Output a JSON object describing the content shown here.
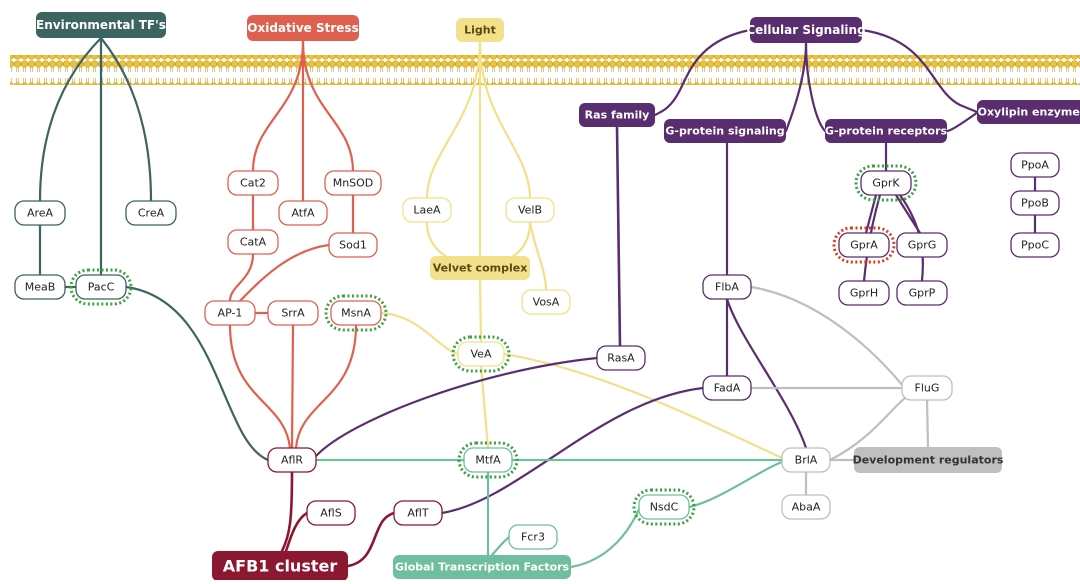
{
  "colors": {
    "environmental": "#3c6461",
    "oxidative": "#e06050",
    "light": "#f3e08a",
    "signaling": "#5a2d6e",
    "development": "#bfbfbf",
    "afb1": "#8b1830",
    "global": "#6fbf9e",
    "membrane": "#e8bd30",
    "highlight_green": "#3aa23a",
    "highlight_red": "#e03a1a"
  },
  "categories": {
    "env": "Environmental TF's",
    "ox": "Oxidative Stress",
    "light": "Light",
    "cell": "Cellular Signaling",
    "ras": "Ras family",
    "gsig": "G-protein signaling",
    "grec": "G-protein receptors",
    "oxy": "Oxylipin enzymes",
    "velvet": "Velvet complex",
    "dev": "Development regulators",
    "afb1": "AFB1 cluster",
    "global": "Global Transcription Factors"
  },
  "nodes": {
    "AreA": "AreA",
    "CreA": "CreA",
    "MeaB": "MeaB",
    "PacC": "PacC",
    "Cat2": "Cat2",
    "MnSOD": "MnSOD",
    "AtfA": "AtfA",
    "CatA": "CatA",
    "Sod1": "Sod1",
    "AP1": "AP-1",
    "SrrA": "SrrA",
    "MsnA": "MsnA",
    "LaeA": "LaeA",
    "VelB": "VelB",
    "VosA": "VosA",
    "VeA": "VeA",
    "RasA": "RasA",
    "FlbA": "FlbA",
    "FadA": "FadA",
    "FluG": "FluG",
    "BrlA": "BrlA",
    "AbaA": "AbaA",
    "GprK": "GprK",
    "GprA": "GprA",
    "GprG": "GprG",
    "GprH": "GprH",
    "GprP": "GprP",
    "PpoA": "PpoA",
    "PpoB": "PpoB",
    "PpoC": "PpoC",
    "AflR": "AflR",
    "AflS": "AflS",
    "AflT": "AflT",
    "MtfA": "MtfA",
    "NsdC": "NsdC",
    "Fcr3": "Fcr3"
  }
}
